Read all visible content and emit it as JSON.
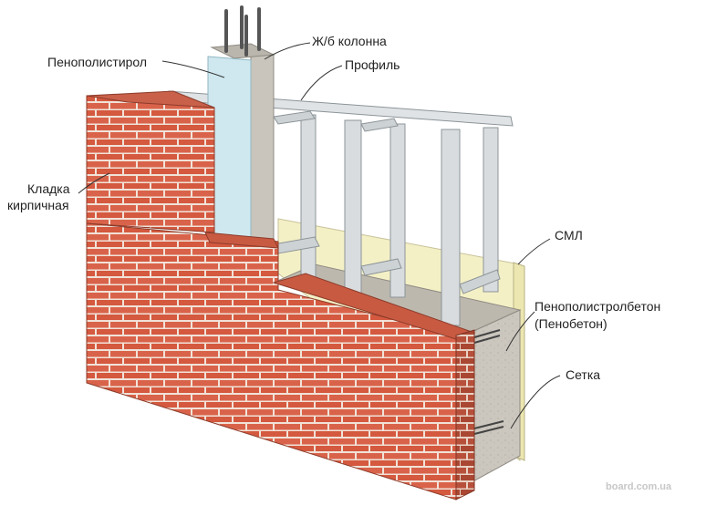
{
  "labels": {
    "penopolistirol": "Пенополистирол",
    "column": "Ж/б колонна",
    "profile": "Профиль",
    "brick_line1": "Кладка",
    "brick_line2": "кирпичная",
    "sml": "СМЛ",
    "foam_line1": "Пенополистролбетон",
    "foam_line2": "(Пенобетон)",
    "mesh": "Сетка"
  },
  "watermark": "board.com.ua",
  "colors": {
    "brick": "#d9634a",
    "brick_dark": "#b24a37",
    "mortar": "#f1e2d8",
    "concrete": "#c9c5bc",
    "concrete_dark": "#9e9a92",
    "styrofoam": "#cfe8ef",
    "profile": "#d8dcde",
    "profile_dark": "#9aa2a6",
    "sml": "#f4f0c6"
  }
}
